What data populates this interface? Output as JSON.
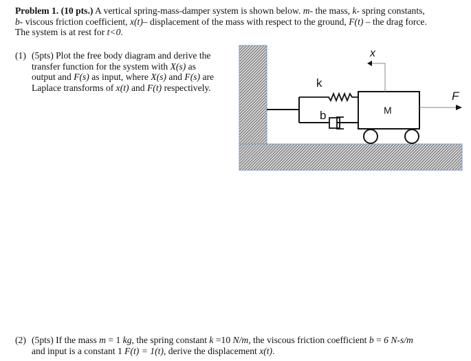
{
  "intro": {
    "title": "Problem 1. (10 pts.)",
    "t1": " A vertical spring-mass-damper system is shown below. ",
    "m": "m",
    "t2": "- the mass, ",
    "k": "k",
    "t3": "- spring constants,",
    "b": "b",
    "t4": "- viscous friction coefficient, ",
    "x": "x(t)",
    "t5": "– displacement of the mass with respect to the ground, ",
    "F": "F(t)",
    "t6": " – the drag force.",
    "t7": "The system is at rest for ",
    "tcond": "t<0",
    "t8": "."
  },
  "q1": {
    "number": "(1)",
    "a": "(5pts) Plot the free body diagram and derive the",
    "b": "transfer function for the system with ",
    "Xs": "X(s)",
    "c": " as",
    "d": "output and ",
    "Fs": "F(s)",
    "e": " as input, where ",
    "Xs2": "X(s)",
    "f": " and ",
    "Fs2": "F(s)",
    "g": " are",
    "h": "Laplace transforms of ",
    "xt": "x(t)",
    "i": " and ",
    "Ft": "F(t)",
    "j": " respectively."
  },
  "diagram": {
    "label_x": "x",
    "label_k": "k",
    "label_b": "b",
    "label_M": "M",
    "label_F": "F",
    "hatch_color": "#5a5a5a",
    "hatch_border": "#7d9bc4"
  },
  "q2": {
    "number": "(2)",
    "a": "(5pts) If the mass ",
    "m": "m",
    "b": " = 1 ",
    "kg": "kg",
    "c": ", the spring constant ",
    "k": "k",
    "d": " =10 ",
    "Nm": "N/m",
    "e": ", the viscous friction coefficient ",
    "bb": "b",
    "f": " = ",
    "bval": "6 N-s/m",
    "g": "and input is a constant 1 ",
    "Ft": "F(t) = 1(t)",
    "h": ", derive the displacement ",
    "xt": "x(t)",
    "i": "."
  }
}
